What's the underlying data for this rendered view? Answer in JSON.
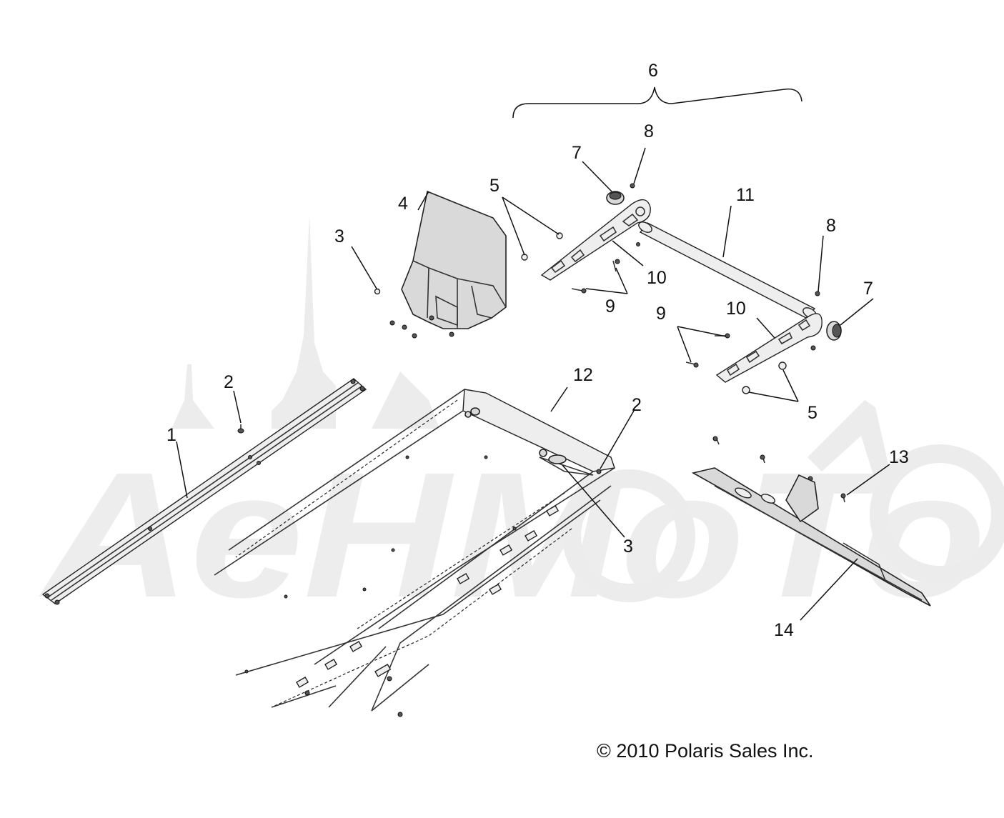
{
  "diagram": {
    "callouts": [
      {
        "id": "c1",
        "label": "1"
      },
      {
        "id": "c2a",
        "label": "2"
      },
      {
        "id": "c2b",
        "label": "2"
      },
      {
        "id": "c3a",
        "label": "3"
      },
      {
        "id": "c3b",
        "label": "3"
      },
      {
        "id": "c4",
        "label": "4"
      },
      {
        "id": "c5a",
        "label": "5"
      },
      {
        "id": "c5b",
        "label": "5"
      },
      {
        "id": "c6",
        "label": "6"
      },
      {
        "id": "c7a",
        "label": "7"
      },
      {
        "id": "c7b",
        "label": "7"
      },
      {
        "id": "c8a",
        "label": "8"
      },
      {
        "id": "c8b",
        "label": "8"
      },
      {
        "id": "c9a",
        "label": "9"
      },
      {
        "id": "c9b",
        "label": "9"
      },
      {
        "id": "c10a",
        "label": "10"
      },
      {
        "id": "c10b",
        "label": "10"
      },
      {
        "id": "c11",
        "label": "11"
      },
      {
        "id": "c12",
        "label": "12"
      },
      {
        "id": "c13",
        "label": "13"
      },
      {
        "id": "c14",
        "label": "14"
      }
    ],
    "copyright": "© 2010 Polaris Sales Inc.",
    "watermark_text": "AeHMoTo"
  }
}
